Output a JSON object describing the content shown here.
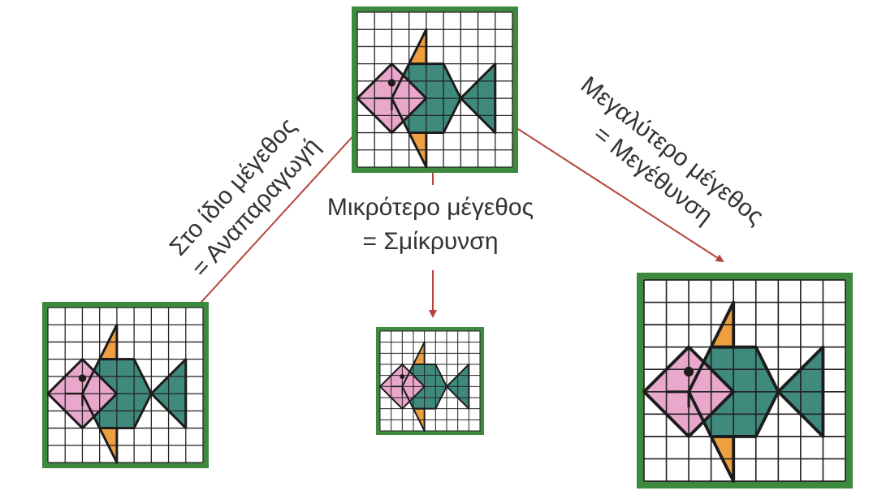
{
  "labels": {
    "same_size_line1": "Στο ίδιο μέγεθος",
    "same_size_line2": "= Αναπαραγωγή",
    "smaller_line1": "Μικρότερο μέγεθος",
    "smaller_line2": "= Σμίκρυνση",
    "larger_line1": "Μεγαλύτερο μέγεθος",
    "larger_line2": "= Μεγέθυνση"
  },
  "grid": {
    "columns": 9,
    "rows": 9
  },
  "colors": {
    "frame": "#3d8a3f",
    "grid_line": "#222222",
    "body_teal": "#3f8a7c",
    "head_pink": "#e9a7cc",
    "fin_orange": "#eea040",
    "arrow": "#b5453a",
    "text": "#333333"
  }
}
